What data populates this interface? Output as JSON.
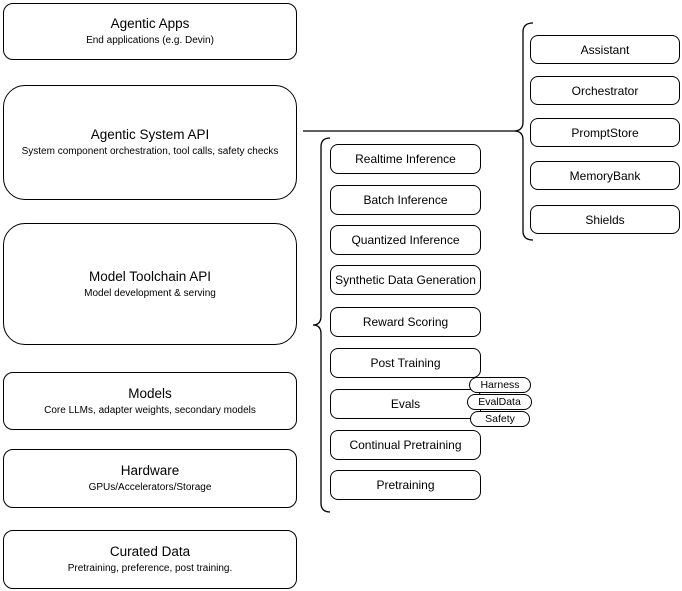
{
  "diagram": {
    "stack": [
      {
        "title": "Agentic Apps",
        "subtitle": "End applications (e.g. Devin)"
      },
      {
        "title": "Agentic System API",
        "subtitle": "System component orchestration, tool calls, safety checks"
      },
      {
        "title": "Model Toolchain API",
        "subtitle": "Model development & serving"
      },
      {
        "title": "Models",
        "subtitle": "Core LLMs, adapter weights, secondary models"
      },
      {
        "title": "Hardware",
        "subtitle": "GPUs/Accelerators/Storage"
      },
      {
        "title": "Curated Data",
        "subtitle": "Pretraining, preference, post training."
      }
    ],
    "toolchain_components": [
      "Realtime Inference",
      "Batch Inference",
      "Quantized Inference",
      "Synthetic Data Generation",
      "Reward Scoring",
      "Post Training",
      "Evals",
      "Continual Pretraining",
      "Pretraining"
    ],
    "agentic_components": [
      "Assistant",
      "Orchestrator",
      "PromptStore",
      "MemoryBank",
      "Shields"
    ],
    "eval_tags": [
      "Harness",
      "EvalData",
      "Safety"
    ],
    "colors": {
      "stroke": "#000000",
      "fill": "#ffffff",
      "text": "#000000"
    }
  }
}
